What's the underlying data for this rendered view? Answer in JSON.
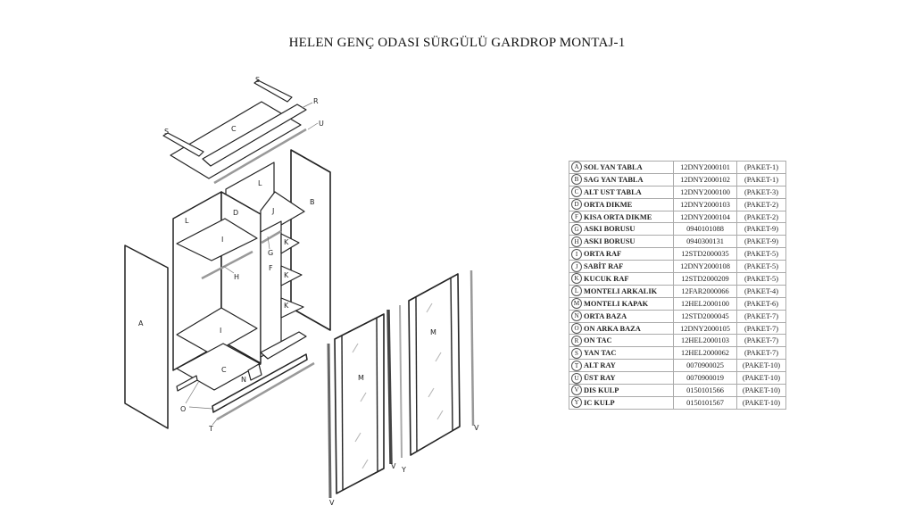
{
  "title": "HELEN GENÇ ODASI SÜRGÜLÜ GARDROP MONTAJ-1",
  "diagram": {
    "labels": [
      "S",
      "S",
      "R",
      "C",
      "U",
      "L",
      "B",
      "L",
      "D",
      "J",
      "I",
      "K",
      "G",
      "F",
      "H",
      "K",
      "K",
      "A",
      "I",
      "C",
      "N",
      "O",
      "T",
      "M",
      "M",
      "V",
      "V",
      "Y",
      "V"
    ]
  },
  "parts": [
    {
      "letter": "A",
      "name": "SOL YAN TABLA",
      "code": "12DNY2000101",
      "package": "(PAKET-1)"
    },
    {
      "letter": "B",
      "name": "SAG YAN TABLA",
      "code": "12DNY2000102",
      "package": "(PAKET-1)"
    },
    {
      "letter": "C",
      "name": "ALT UST TABLA",
      "code": "12DNY2000100",
      "package": "(PAKET-3)"
    },
    {
      "letter": "D",
      "name": "ORTA DIKME",
      "code": "12DNY2000103",
      "package": "(PAKET-2)"
    },
    {
      "letter": "F",
      "name": "KISA ORTA DIKME",
      "code": "12DNY2000104",
      "package": "(PAKET-2)"
    },
    {
      "letter": "G",
      "name": "ASKI BORUSU",
      "code": "0940101088",
      "package": "(PAKET-9)"
    },
    {
      "letter": "H",
      "name": "ASKI BORUSU",
      "code": "0940300131",
      "package": "(PAKET-9)"
    },
    {
      "letter": "I",
      "name": "ORTA  RAF",
      "code": "12STD2000035",
      "package": "(PAKET-5)"
    },
    {
      "letter": "J",
      "name": "SABİT RAF",
      "code": "12DNY2000108",
      "package": "(PAKET-5)"
    },
    {
      "letter": "K",
      "name": "KUCUK RAF",
      "code": "12STD2000209",
      "package": "(PAKET-5)"
    },
    {
      "letter": "L",
      "name": "MONTELI ARKALIK",
      "code": "12FAR2000066",
      "package": "(PAKET-4)"
    },
    {
      "letter": "M",
      "name": "MONTELI  KAPAK",
      "code": "12HEL2000100",
      "package": "(PAKET-6)"
    },
    {
      "letter": "N",
      "name": "ORTA BAZA",
      "code": "12STD2000045",
      "package": "(PAKET-7)"
    },
    {
      "letter": "O",
      "name": "ON ARKA BAZA",
      "code": "12DNY2000105",
      "package": "(PAKET-7)"
    },
    {
      "letter": "R",
      "name": "ON TAC",
      "code": "12HEL2000103",
      "package": "(PAKET-7)"
    },
    {
      "letter": "S",
      "name": "YAN TAC",
      "code": "12HEL2000062",
      "package": "(PAKET-7)"
    },
    {
      "letter": "T",
      "name": "ALT RAY",
      "code": "0070900025",
      "package": "(PAKET-10)"
    },
    {
      "letter": "U",
      "name": "ÜST RAY",
      "code": "0070900019",
      "package": "(PAKET-10)"
    },
    {
      "letter": "V",
      "name": "DIS KULP",
      "code": "0150101566",
      "package": "(PAKET-10)"
    },
    {
      "letter": "Y",
      "name": "IC KULP",
      "code": "0150101567",
      "package": "(PAKET-10)"
    }
  ]
}
